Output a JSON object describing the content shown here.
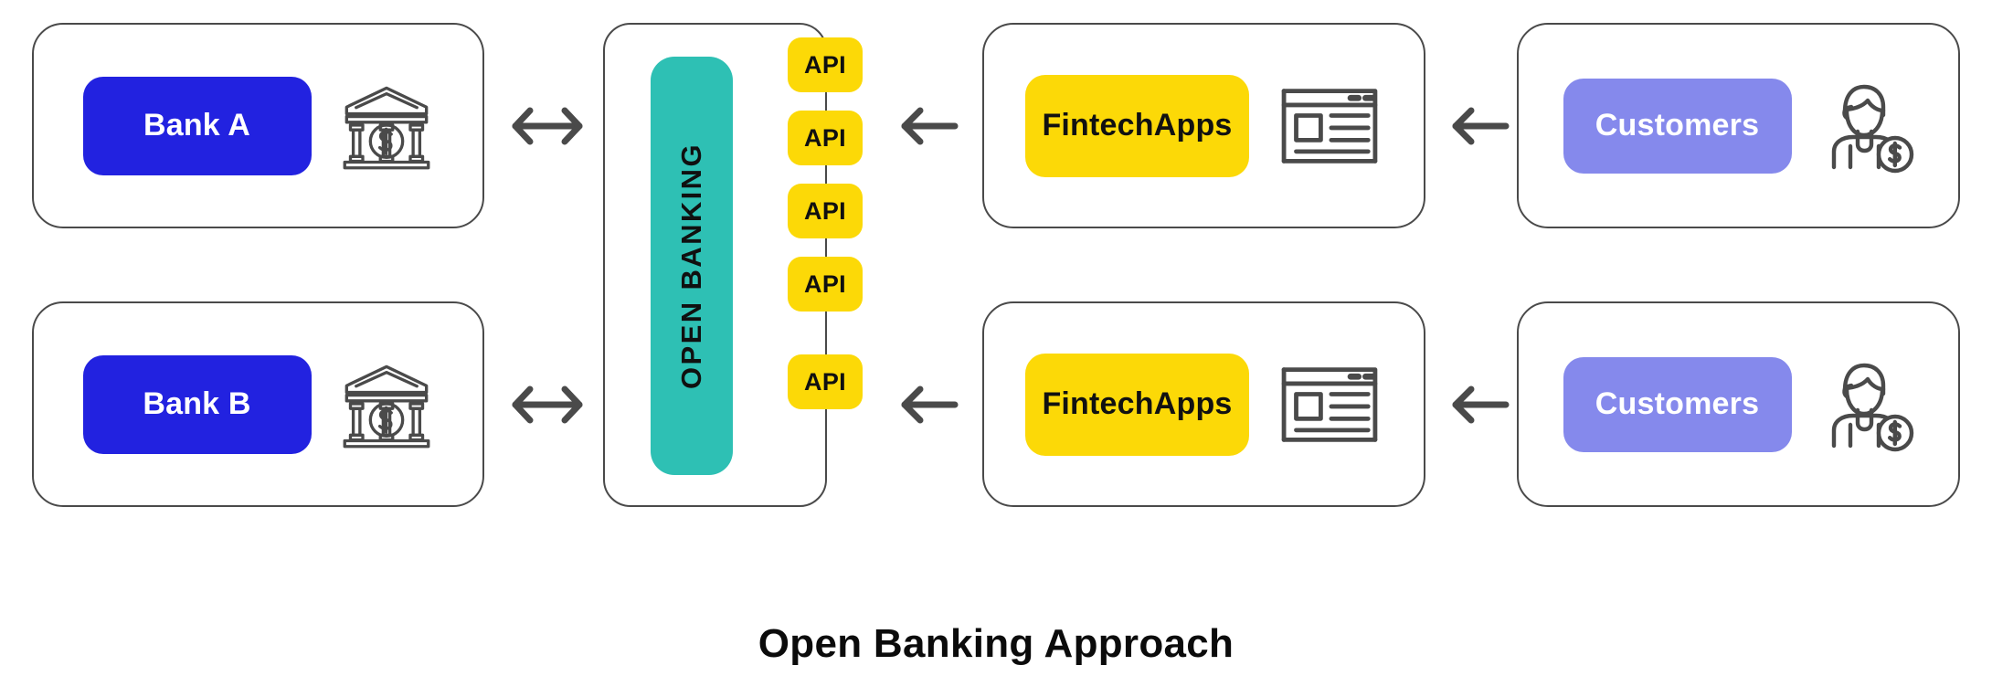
{
  "diagram": {
    "caption": "Open Banking Approach",
    "colors": {
      "bank_pill": "#2222e0",
      "fintech_pill": "#fcd907",
      "customers_pill": "#8589ec",
      "open_banking_bar": "#2ec0b4",
      "api_badge": "#fcd907",
      "card_border": "#4a4a4a",
      "icon_stroke": "#4a4a4a",
      "background": "#ffffff"
    },
    "hub": {
      "label": "OPEN BANKING",
      "api_badges": [
        {
          "label": "API"
        },
        {
          "label": "API"
        },
        {
          "label": "API"
        },
        {
          "label": "API"
        },
        {
          "label": "API"
        }
      ]
    },
    "rows": [
      {
        "bank": {
          "label": "Bank A",
          "icon": "bank-building-dollar-icon"
        },
        "fintech": {
          "label": "Fintech\nApps",
          "line1": "Fintech",
          "line2": "Apps",
          "icon": "browser-window-icon"
        },
        "customers": {
          "label": "Customers",
          "icon": "person-with-dollar-coin-icon"
        },
        "arrow_bank_hub": {
          "glyph": "↔",
          "icon": "bidirectional-arrow-icon"
        },
        "arrow_hub_fintech": {
          "glyph": "←",
          "icon": "left-arrow-icon"
        },
        "arrow_fintech_customers": {
          "glyph": "←",
          "icon": "left-arrow-icon"
        }
      },
      {
        "bank": {
          "label": "Bank B",
          "icon": "bank-building-dollar-icon"
        },
        "fintech": {
          "label": "Fintech\nApps",
          "line1": "Fintech",
          "line2": "Apps",
          "icon": "browser-window-icon"
        },
        "customers": {
          "label": "Customers",
          "icon": "person-with-dollar-coin-icon"
        },
        "arrow_bank_hub": {
          "glyph": "↔",
          "icon": "bidirectional-arrow-icon"
        },
        "arrow_hub_fintech": {
          "glyph": "←",
          "icon": "left-arrow-icon"
        },
        "arrow_fintech_customers": {
          "glyph": "←",
          "icon": "left-arrow-icon"
        }
      }
    ]
  }
}
